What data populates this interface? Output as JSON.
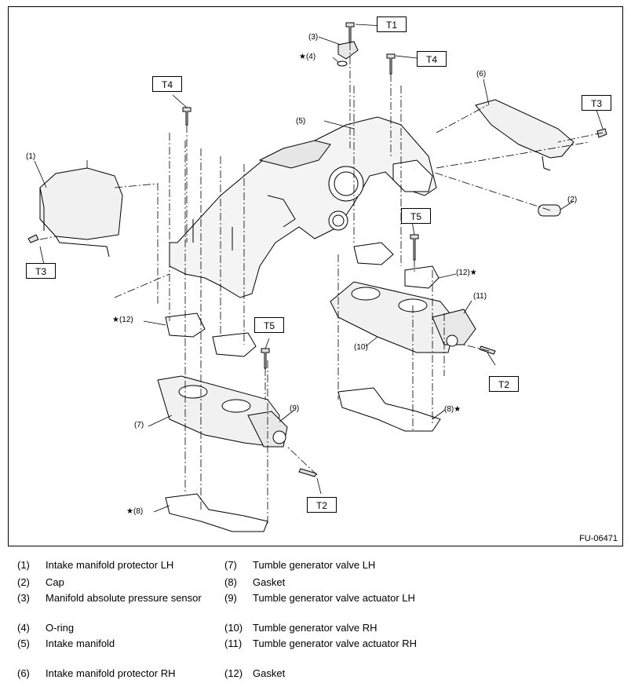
{
  "figure_id": "FU-06471",
  "callouts": {
    "c1": "(1)",
    "c2": "(2)",
    "c3": "(3)",
    "c4": "★(4)",
    "c5": "(5)",
    "c6": "(6)",
    "c7": "(7)",
    "c8a": "★(8)",
    "c8b": "(8)★",
    "c9": "(9)",
    "c10": "(10)",
    "c11": "(11)",
    "c12a": "★(12)",
    "c12b": "(12)★"
  },
  "torque_labels": {
    "t1": "T1",
    "t2a": "T2",
    "t2b": "T2",
    "t3a": "T3",
    "t3b": "T3",
    "t4a": "T4",
    "t4b": "T4",
    "t5a": "T5",
    "t5b": "T5"
  },
  "legend": [
    {
      "num": "(1)",
      "text": "Intake manifold protector LH"
    },
    {
      "num": "(2)",
      "text": "Cap"
    },
    {
      "num": "(3)",
      "text": "Manifold absolute pressure sensor"
    },
    {
      "num": "(4)",
      "text": "O-ring"
    },
    {
      "num": "(5)",
      "text": "Intake manifold"
    },
    {
      "num": "(6)",
      "text": "Intake manifold protector RH"
    },
    {
      "num": "(7)",
      "text": "Tumble generator valve LH"
    },
    {
      "num": "(8)",
      "text": "Gasket"
    },
    {
      "num": "(9)",
      "text": "Tumble generator valve actuator LH"
    },
    {
      "num": "(10)",
      "text": "Tumble generator valve RH"
    },
    {
      "num": "(11)",
      "text": "Tumble generator valve actuator RH"
    },
    {
      "num": "(12)",
      "text": "Gasket"
    }
  ]
}
